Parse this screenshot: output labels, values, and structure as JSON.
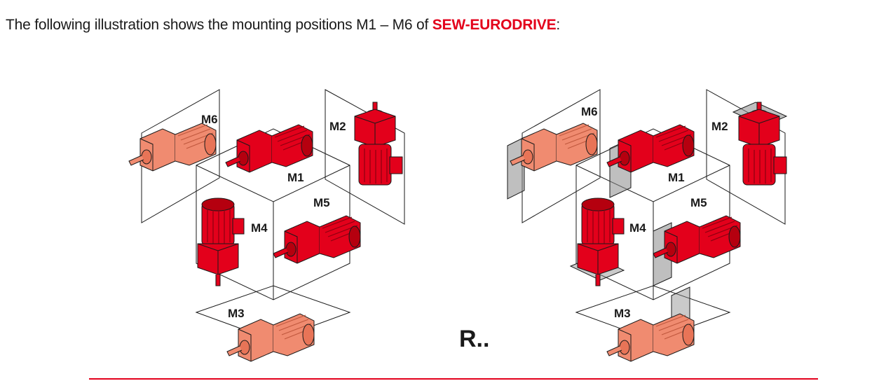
{
  "intro": {
    "text_before": "The following illustration shows the mounting positions M1 – M6 of ",
    "brand": "SEW-EURODRIVE",
    "text_after": ":"
  },
  "figure": {
    "series_label": "R..",
    "colors": {
      "motor_red": "#e3001b",
      "ghost_red": "#f08b70",
      "grey_plane": "#8a8a8a",
      "outline": "#1a1a1a"
    },
    "left_assembly": {
      "positions": [
        {
          "label": "M1"
        },
        {
          "label": "M2"
        },
        {
          "label": "M3"
        },
        {
          "label": "M4"
        },
        {
          "label": "M5"
        },
        {
          "label": "M6"
        }
      ]
    },
    "right_assembly": {
      "positions": [
        {
          "label": "M1"
        },
        {
          "label": "M2"
        },
        {
          "label": "M3"
        },
        {
          "label": "M4"
        },
        {
          "label": "M5"
        },
        {
          "label": "M6"
        }
      ]
    }
  },
  "footer": {
    "rule_color": "#e3001b"
  }
}
